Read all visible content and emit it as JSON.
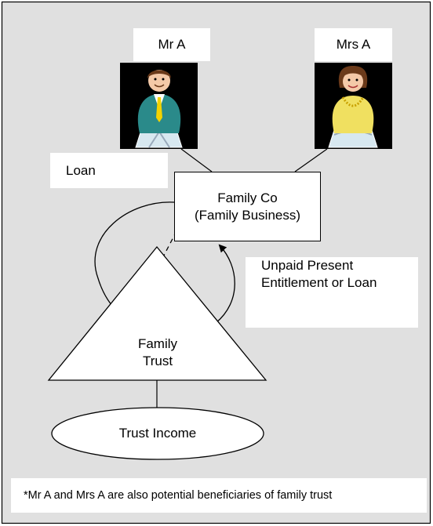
{
  "diagram": {
    "people": [
      {
        "name": "Mr A",
        "icon": "man-icon",
        "shirt_color": "#2a8a8a",
        "tie_color": "#f2d200"
      },
      {
        "name": "Mrs A",
        "icon": "woman-icon",
        "shirt_color": "#f0e060",
        "necklace_color": "#c8a000"
      }
    ],
    "loan_label": "Loan",
    "company": {
      "line1": "Family Co",
      "line2": "(Family Business)"
    },
    "upe_label": {
      "line1": "Unpaid Present",
      "line2": "Entitlement or Loan"
    },
    "trust": {
      "line1": "Family",
      "line2": "Trust"
    },
    "income_label": "Trust Income",
    "footnote": "*Mr A and Mrs A are also potential beneficiaries of family trust",
    "colors": {
      "background": "#e0e0e0",
      "photo_background": "#000000",
      "skin": "#f4c9a8",
      "hair": "#6b3a1a"
    }
  }
}
